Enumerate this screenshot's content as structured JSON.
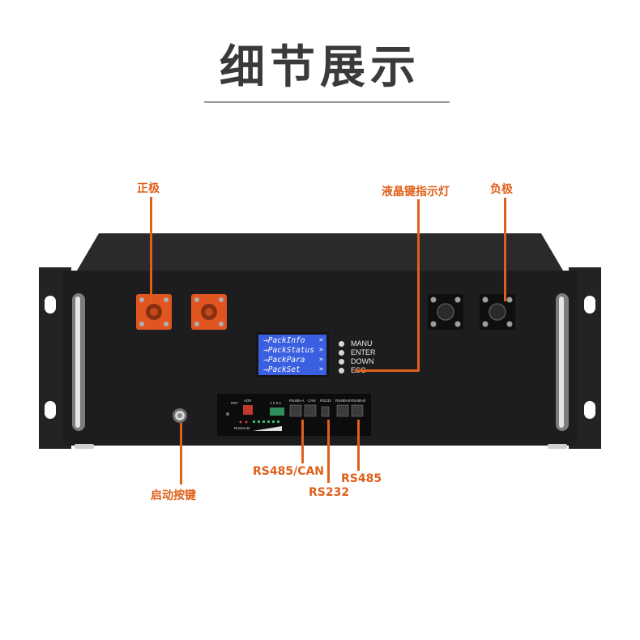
{
  "title": "细节展示",
  "callouts": {
    "positive": "正极",
    "lcd_keys": "液晶键指示灯",
    "negative": "负极",
    "start_button": "启动按键",
    "rs485_can": "RS485/CAN",
    "rs232": "RS232",
    "rs485": "RS485"
  },
  "lcd": {
    "lines": [
      "→PackInfo",
      "→PackStatus",
      "→PackPara",
      "→PackSet"
    ],
    "arrow": "»"
  },
  "buttons": [
    "MANU",
    "ENTER",
    "DOWN",
    "ESC"
  ],
  "panel": {
    "rst": "RST",
    "adr": "ADR",
    "dip_numbers": "1 2 3 4",
    "run": "RUN",
    "alm": "ALM",
    "ports": [
      "RS485-A",
      "CAN",
      "RS232",
      "RS485-B",
      "RS485-B"
    ]
  },
  "colors": {
    "accent": "#e0601a",
    "chassis": "#1e1e20",
    "lcd": "#3a5fe0"
  }
}
